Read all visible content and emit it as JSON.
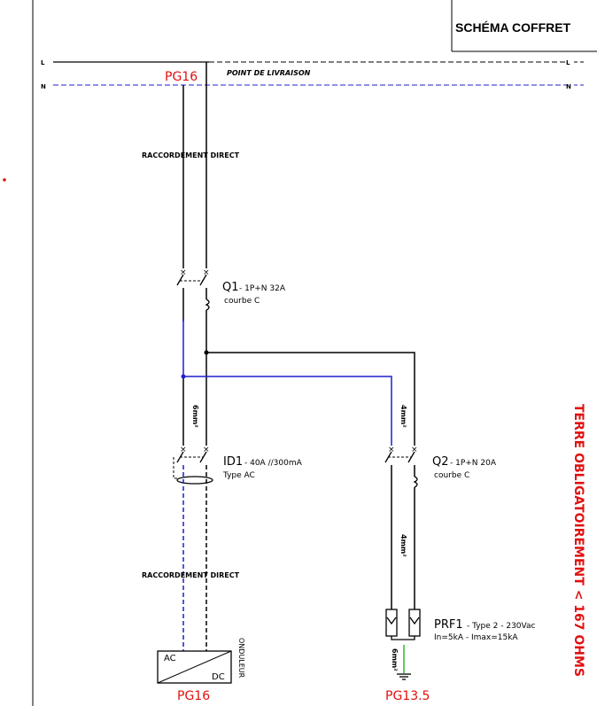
{
  "title": "SCHÉMA COFFRET",
  "lines": {
    "L_left": "L",
    "L_right": "L",
    "N_left": "N",
    "N_right": "N"
  },
  "delivery_point": "POINT DE LIVRAISON",
  "gland_top": "PG16",
  "gland_inverter": "PG16",
  "gland_earth": "PG13.5",
  "direct_connection_top": "RACCORDEMENT DIRECT",
  "direct_connection_bottom": "RACCORDEMENT DIRECT",
  "cable_6mm_1": "6mm²",
  "cable_6mm_2": "6mm²",
  "cable_4mm_1": "4mm²",
  "cable_4mm_2": "4mm²",
  "q1": {
    "name": "Q1",
    "spec": " - 1P+N 32A",
    "curve": "courbe C"
  },
  "id1": {
    "name": "ID1",
    "spec": " - 40A //300mA",
    "type": "Type AC"
  },
  "q2": {
    "name": "Q2",
    "spec": " - 1P+N 20A",
    "curve": "courbe C"
  },
  "prf1": {
    "name": "PRF1",
    "spec": " - Type 2 - 230Vac",
    "detail": "In=5kA  - Imax=15kA"
  },
  "inverter": {
    "ac": "AC",
    "dc": "DC",
    "label": "ONDULEUR"
  },
  "earth_note": "TERRE OBLIGATOIREMENT < 167 OHMS",
  "colors": {
    "phase": "#000000",
    "neutral": "#1f1fd0",
    "earth": "#2db82d",
    "accent": "#e01010"
  }
}
